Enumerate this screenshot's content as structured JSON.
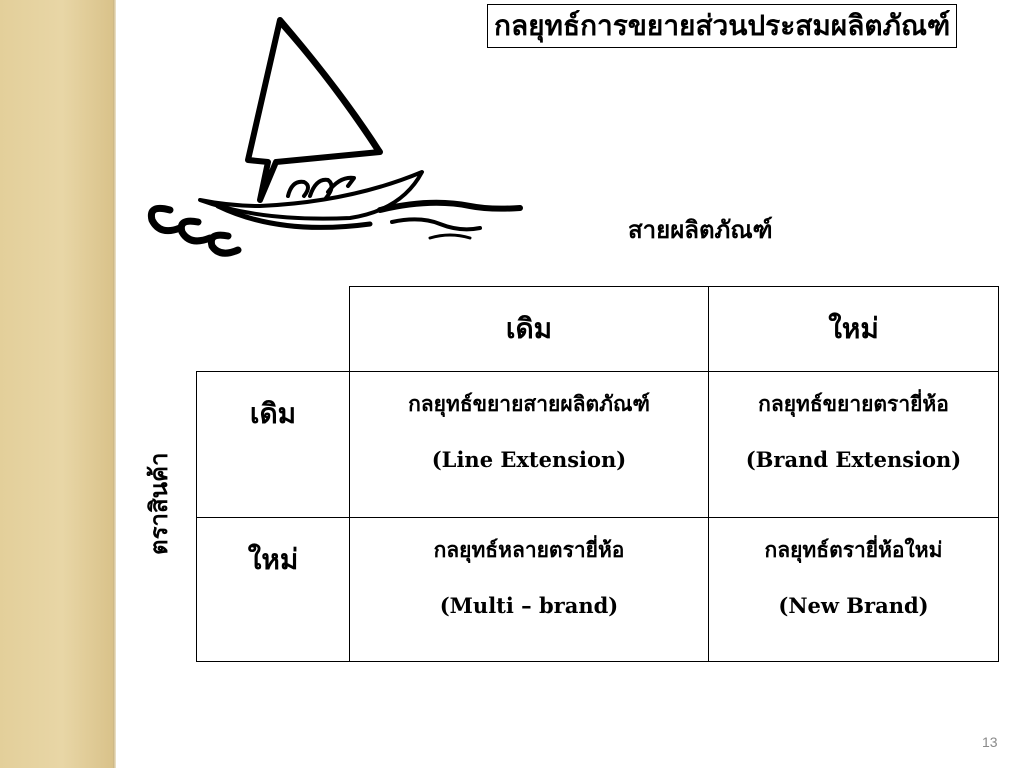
{
  "slide": {
    "title": "กลยุทธ์การขยายส่วนประสมผลิตภัณฑ์",
    "page_number": "13",
    "product_line_label": "สายผลิตภัณฑ์",
    "brand_label": "ตราสินค้า"
  },
  "matrix": {
    "col_headers": [
      "เดิม",
      "ใหม่"
    ],
    "rows": [
      {
        "header": "เดิม",
        "cells": [
          {
            "th": "กลยุทธ์ขยายสายผลิตภัณฑ์",
            "en": "(Line Extension)"
          },
          {
            "th": "กลยุทธ์ขยายตรายี่ห้อ",
            "en": "(Brand Extension)"
          }
        ]
      },
      {
        "header": "ใหม่",
        "cells": [
          {
            "th": "กลยุทธ์หลายตรายี่ห้อ",
            "en": "(Multi – brand)"
          },
          {
            "th": "กลยุทธ์ตรายี่ห้อใหม่",
            "en": "(New Brand)"
          }
        ]
      }
    ]
  },
  "illustration": {
    "name": "sailboat-illustration"
  },
  "colors": {
    "side_band": "#e3cf9a",
    "page_number": "#8a8a8a"
  }
}
